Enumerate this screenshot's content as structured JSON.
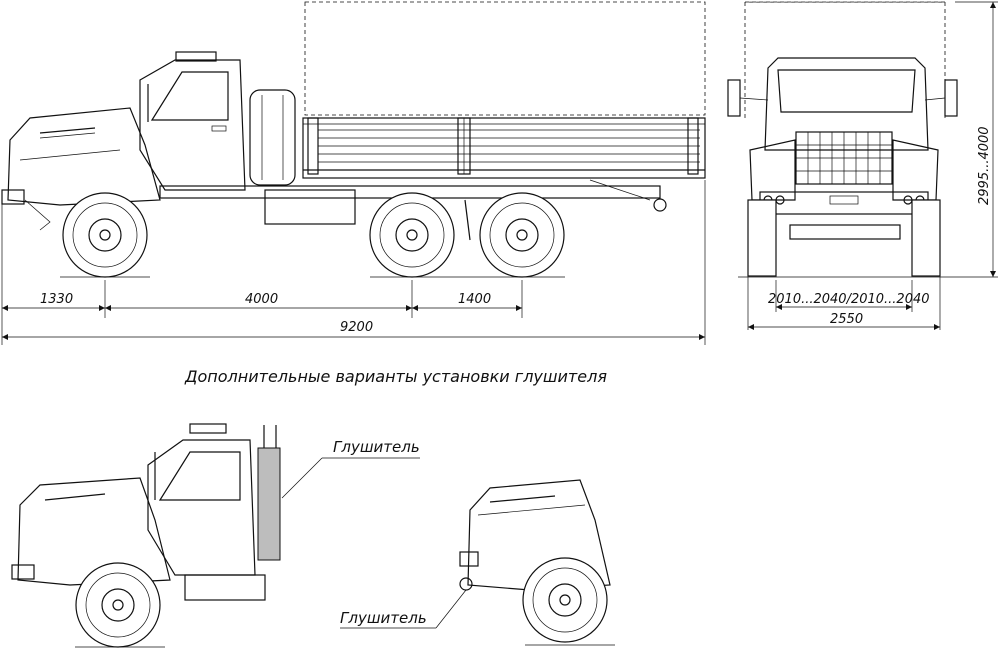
{
  "dimensions": {
    "front_overhang": "1330",
    "wheelbase": "4000",
    "rear_axle_spacing": "1400",
    "overall_length": "9200",
    "track_width": "2010...2040/2010...2040",
    "overall_width": "2550",
    "height": "2995...4000"
  },
  "caption": "Дополнительные варианты установки глушителя",
  "labels": {
    "muffler_vertical": "Глушитель",
    "muffler_low": "Глушитель"
  }
}
